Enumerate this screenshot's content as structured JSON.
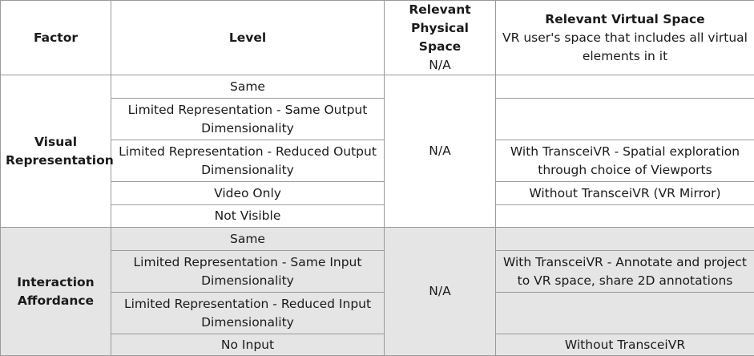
{
  "header": {
    "factor": "Factor",
    "level": "Level",
    "physical_title": "Relevant Physical Space",
    "physical_sub": "N/A",
    "virtual_title": "Relevant Virtual Space",
    "virtual_sub": "VR user's space that includes all virtual elements in it"
  },
  "groups": [
    {
      "factor": "Visual Representation",
      "physical": "N/A",
      "rows": [
        {
          "level": "Same",
          "virtual": ""
        },
        {
          "level": "Limited Representation - Same Output Dimensionality",
          "virtual": ""
        },
        {
          "level": "Limited Representation - Reduced Output Dimensionality",
          "virtual": "With TransceiVR - Spatial exploration through choice of Viewports"
        },
        {
          "level": "Video Only",
          "virtual": "Without TransceiVR (VR Mirror)"
        },
        {
          "level": "Not Visible",
          "virtual": ""
        }
      ]
    },
    {
      "factor": "Interaction Affordance",
      "physical": "N/A",
      "rows": [
        {
          "level": "Same",
          "virtual": ""
        },
        {
          "level": "Limited Representation - Same Input Dimensionality",
          "virtual": "With TransceiVR - Annotate and project to VR space, share 2D annotations"
        },
        {
          "level": "Limited Representation - Reduced Input Dimensionality",
          "virtual": ""
        },
        {
          "level": "No Input",
          "virtual": "Without TransceiVR"
        }
      ]
    }
  ]
}
